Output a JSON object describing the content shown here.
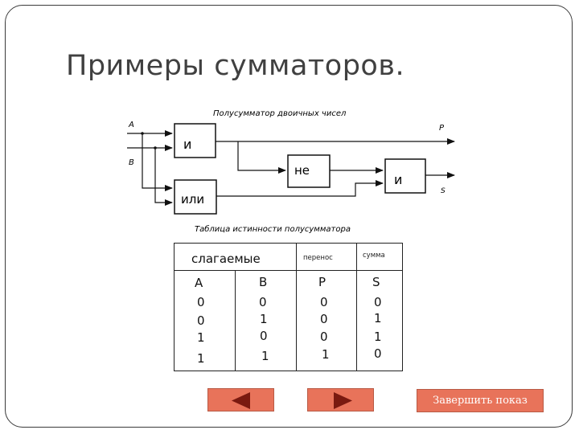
{
  "slide": {
    "title": "Примеры сумматоров."
  },
  "diagram": {
    "title": "Полусумматор двоичных чисел",
    "input_a": "A",
    "input_b": "B",
    "output_p": "P",
    "output_s": "S",
    "gate_and_top": "и",
    "gate_not": "не",
    "gate_and_right": "и",
    "gate_or": "или",
    "table_caption": "Таблица истинности полусумматора"
  },
  "truth_table": {
    "header_addends": "слагаемые",
    "header_carry": "перенос",
    "header_sum": "сумма",
    "col_a": "A",
    "col_b": "B",
    "col_p": "P",
    "col_s": "S",
    "rows": [
      [
        "0",
        "0",
        "0",
        "0"
      ],
      [
        "0",
        "1",
        "0",
        "1"
      ],
      [
        "1",
        "0",
        "0",
        "1"
      ],
      [
        "1",
        "1",
        "1",
        "0"
      ]
    ]
  },
  "navigation": {
    "prev_icon": "triangle-left-icon",
    "next_icon": "triangle-right-icon",
    "end_show_label": "Завершить показ"
  },
  "colors": {
    "button_fill": "#e8735a",
    "arrow_fill": "#7a1a10"
  }
}
